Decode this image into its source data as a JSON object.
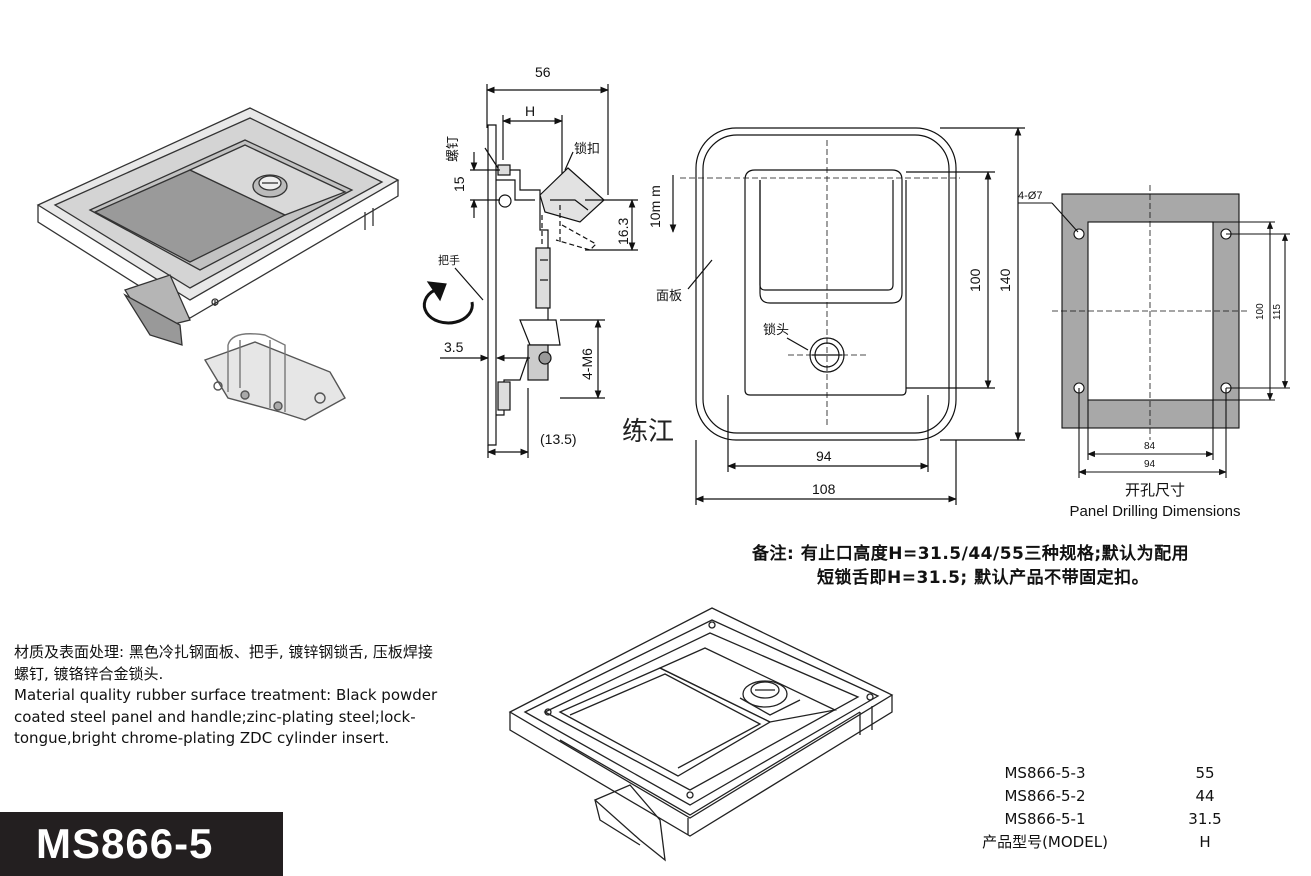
{
  "dimensions": {
    "width_56": "56",
    "h": "H",
    "d15": "15",
    "d16_3": "16.3",
    "d10mm": "10m m",
    "d3_5": "3.5",
    "m6": "4-M6",
    "d13_5": "(13.5)",
    "d100": "100",
    "d140": "140",
    "d94": "94",
    "d108": "108",
    "hole": "4-Ø7",
    "drill100": "100",
    "drill115": "115",
    "drill84": "84",
    "drill94": "94"
  },
  "labels": {
    "screw": "螺钉",
    "lock_buckle": "锁扣",
    "handle": "把手",
    "panel": "面板",
    "lock_head": "锁头",
    "watermark": "练江"
  },
  "drilling": {
    "title_cn": "开孔尺寸",
    "title_en": "Panel Drilling Dimensions"
  },
  "note": {
    "line1": "备注: 有止口高度H=31.5/44/55三种规格;默认为配用",
    "line2": "短锁舌即H=31.5; 默认产品不带固定扣。"
  },
  "material": {
    "cn": "材质及表面处理: 黑色冷扎钢面板、把手, 镀锌钢锁舌, 压板焊接螺钉, 镀铬锌合金锁头.",
    "en": "Material quality rubber surface treatment: Black powder coated steel panel and handle;zinc-plating steel;lock-tongue,bright chrome-plating ZDC cylinder insert."
  },
  "model_badge": "MS866-5",
  "model_table": {
    "rows": [
      {
        "model": "MS866-5-3",
        "h": "55"
      },
      {
        "model": "MS866-5-2",
        "h": "44"
      },
      {
        "model": "MS866-5-1",
        "h": "31.5"
      }
    ],
    "header_model": "产品型号(MODEL)",
    "header_h": "H"
  }
}
